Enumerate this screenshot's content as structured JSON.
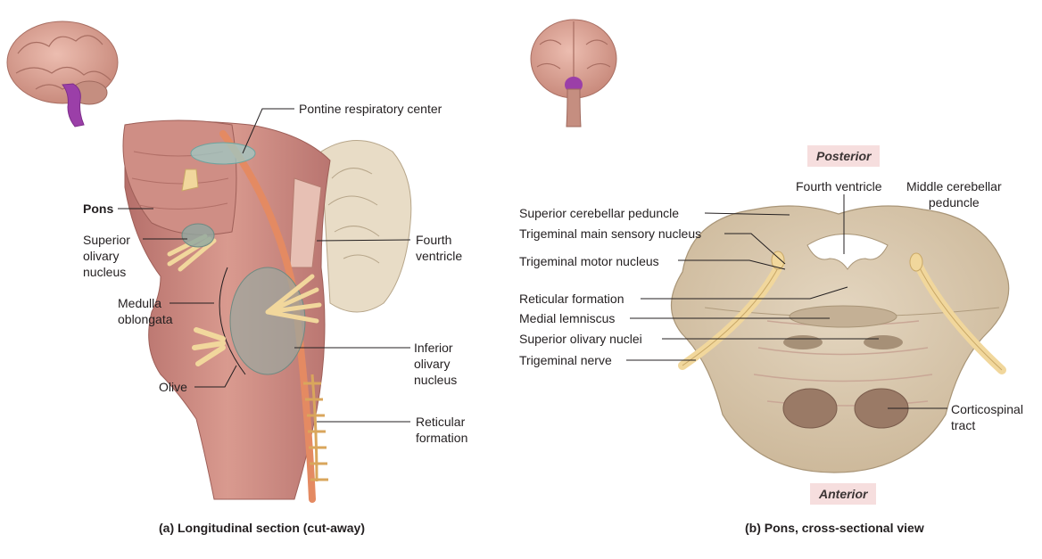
{
  "panel_a": {
    "caption": "(a) Longitudinal section (cut-away)",
    "labels": {
      "pontine_respiratory_center": "Pontine respiratory center",
      "pons": "Pons",
      "superior_olivary_nucleus": "Superior\nolivary\nnucleus",
      "medulla_oblongata": "Medulla\noblongata",
      "olive": "Olive",
      "fourth_ventricle": "Fourth\nventricle",
      "inferior_olivary_nucleus": "Inferior\nolivary\nnucleus",
      "reticular_formation": "Reticular\nformation"
    }
  },
  "panel_b": {
    "caption": "(b) Pons, cross-sectional view",
    "posterior": "Posterior",
    "anterior": "Anterior",
    "labels": {
      "fourth_ventricle": "Fourth ventricle",
      "middle_cerebellar_peduncle": "Middle cerebellar\npeduncle",
      "superior_cerebellar_peduncle": "Superior cerebellar peduncle",
      "trigeminal_main_sensory_nucleus": "Trigeminal main sensory nucleus",
      "trigeminal_motor_nucleus": "Trigeminal motor nucleus",
      "reticular_formation": "Reticular formation",
      "medial_lemniscus": "Medial lemniscus",
      "superior_olivary_nuclei": "Superior olivary nuclei",
      "trigeminal_nerve": "Trigeminal nerve",
      "corticospinal_tract": "Corticospinal\ntract"
    }
  },
  "colors": {
    "brain": "#d9a79a",
    "brainstem_highlight": "#9b3fa8",
    "tissue": "#c98a80",
    "cross_section": "#d8c8b0",
    "nerve": "#f1d79c",
    "leader_line": "#231f20",
    "orientation_bg": "#f6dede"
  }
}
